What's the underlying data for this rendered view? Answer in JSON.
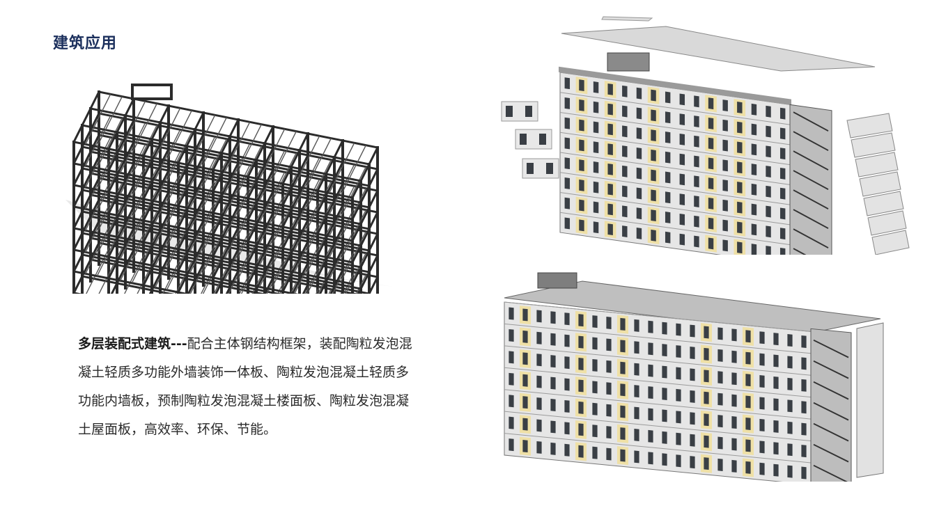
{
  "page": {
    "title": "建筑应用"
  },
  "description": {
    "lead": "多层装配式建筑---",
    "line1_rest": "配合主体钢结构框架，装配陶粒发泡混",
    "line2": "凝土轻质多功能外墙装饰一体板、陶粒发泡混凝土轻质多",
    "line3": "功能内墙板，预制陶粒发泡混凝土楼面板、陶粒发泡混凝",
    "line4": "土屋面板，高效率、环保、节能。"
  },
  "figures": {
    "frame_icon": "steel-frame-illustration",
    "exploded_icon": "exploded-building-illustration",
    "assembled_icon": "assembled-building-illustration"
  },
  "colors": {
    "title": "#1b2f5c",
    "steel": "#2b2b2b",
    "wall_panel": "#e6e6e6",
    "accent_panel": "#efe0a6",
    "window": "#3a3f45"
  }
}
